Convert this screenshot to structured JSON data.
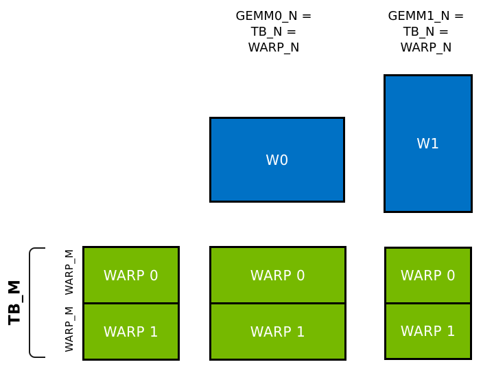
{
  "diagram": {
    "description": "GEMM warp tiling diagram",
    "column_headers": [
      {
        "text": "GEMM0_N =\nTB_N =\nWARP_N"
      },
      {
        "text": "GEMM1_N =\nTB_N =\nWARP_N"
      }
    ],
    "accumulator_tiles": [
      {
        "label": "W0"
      },
      {
        "label": "W1"
      }
    ],
    "warp_stacks": [
      {
        "cells": [
          {
            "label": "WARP 0"
          },
          {
            "label": "WARP 1"
          }
        ]
      },
      {
        "cells": [
          {
            "label": "WARP 0"
          },
          {
            "label": "WARP 1"
          }
        ]
      },
      {
        "cells": [
          {
            "label": "WARP 0"
          },
          {
            "label": "WARP 1"
          }
        ]
      }
    ],
    "left_labels": {
      "tb_m": "TB_M",
      "warp_m_top": "WARP_M",
      "warp_m_bottom": "WARP_M"
    },
    "colors": {
      "blue": "#0071C5",
      "green": "#76B900",
      "border": "#000000",
      "text_light": "#FFFFFF",
      "text_dark": "#000000"
    }
  }
}
